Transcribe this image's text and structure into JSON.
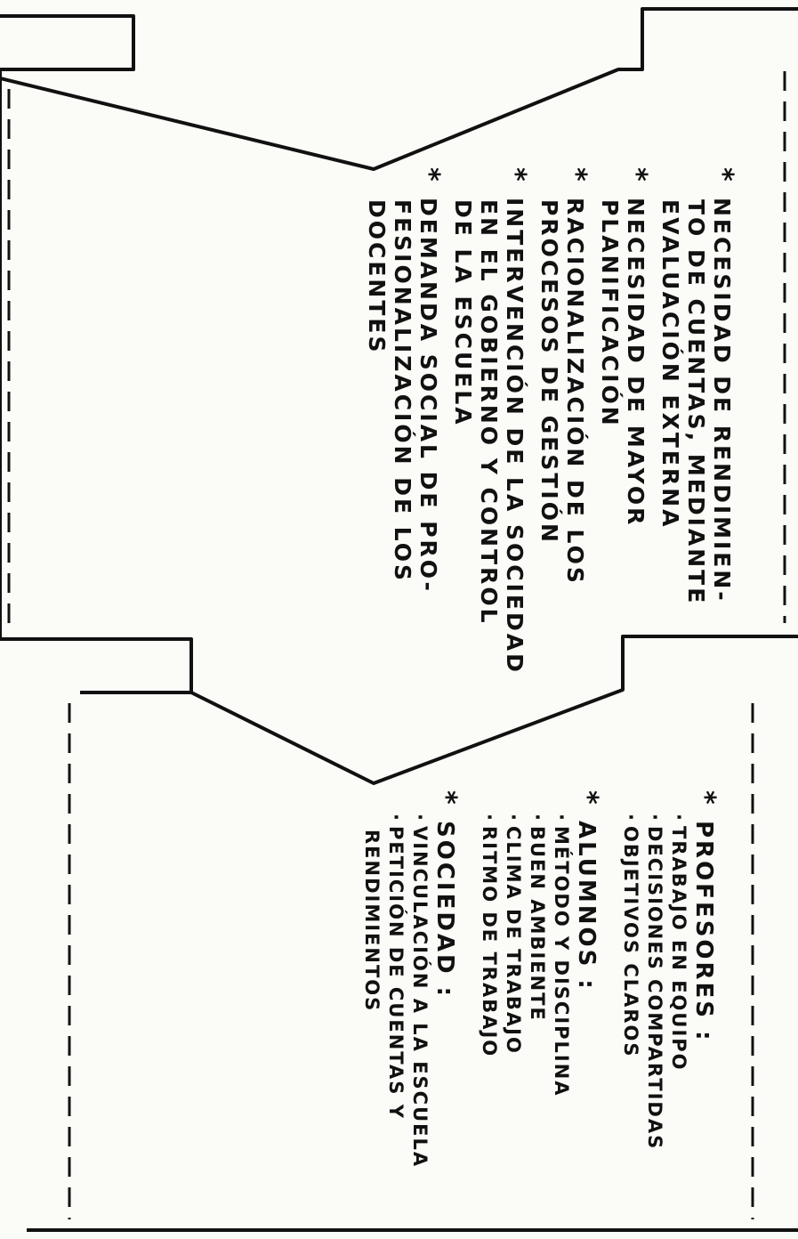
{
  "upper_box": {
    "items": [
      {
        "lines": [
          "Necesidad de rendimien-",
          "to de cuentas, mediante",
          "evaluación externa"
        ]
      },
      {
        "lines": [
          "Necesidad de mayor",
          "planificación"
        ]
      },
      {
        "lines": [
          "Racionalización de los",
          "procesos de gestión"
        ]
      },
      {
        "lines": [
          "Intervención de la sociedad",
          "en el gobierno y control",
          "de la escuela"
        ]
      },
      {
        "lines": [
          "Demanda social de pro-",
          "fesionalización de los",
          "docentes"
        ]
      }
    ]
  },
  "lower_box": {
    "groups": [
      {
        "title": "Profesores :",
        "items": [
          {
            "lines": [
              "Trabajo en equipo"
            ]
          },
          {
            "lines": [
              "Decisiones compartidas"
            ]
          },
          {
            "lines": [
              "Objetivos claros"
            ]
          }
        ]
      },
      {
        "title": "Alumnos :",
        "items": [
          {
            "lines": [
              "Método y disciplina"
            ]
          },
          {
            "lines": [
              "Buen ambiente"
            ]
          },
          {
            "lines": [
              "Clima de trabajo"
            ]
          },
          {
            "lines": [
              "Ritmo de trabajo"
            ]
          }
        ]
      },
      {
        "title": "Sociedad :",
        "items": [
          {
            "lines": [
              "Vinculación a la escuela"
            ]
          },
          {
            "lines": [
              "Petición de cuentas y",
              "rendimientos"
            ]
          }
        ]
      }
    ]
  },
  "style": {
    "ink": "#111111",
    "paper": "#fbfbf8"
  }
}
